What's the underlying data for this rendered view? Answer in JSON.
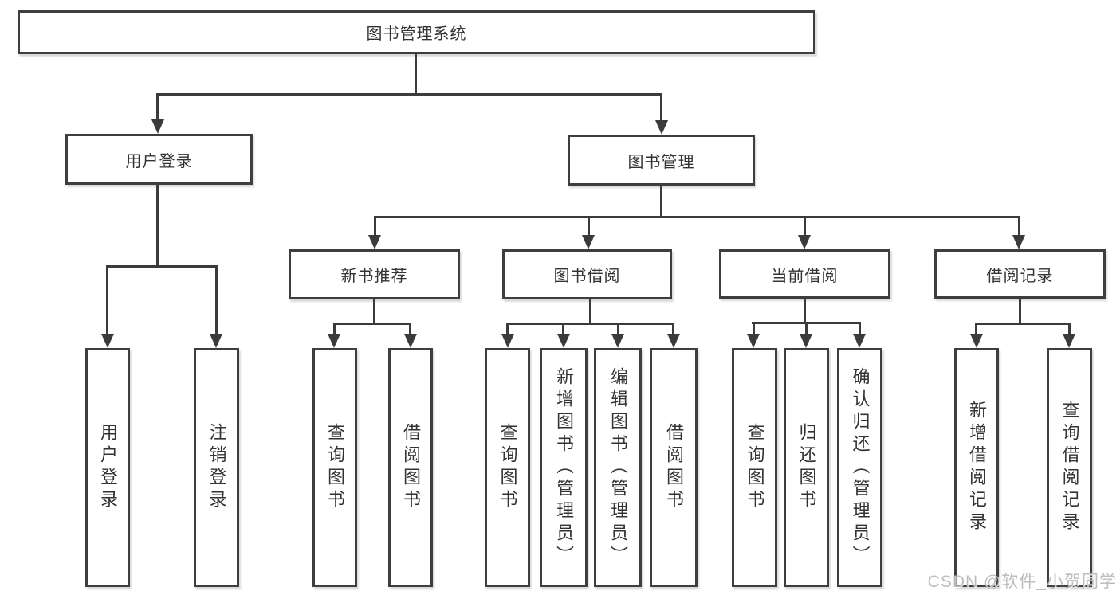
{
  "diagram": {
    "root": {
      "label": "图书管理系统"
    },
    "level2": [
      {
        "id": "user-login",
        "label": "用户登录"
      },
      {
        "id": "book-management",
        "label": "图书管理"
      }
    ],
    "level3": [
      {
        "id": "new-book-recommend",
        "label": "新书推荐"
      },
      {
        "id": "book-borrow",
        "label": "图书借阅"
      },
      {
        "id": "current-borrow",
        "label": "当前借阅"
      },
      {
        "id": "borrow-records",
        "label": "借阅记录"
      }
    ],
    "leaves": {
      "user_login": [
        "用户登录",
        "注销登录"
      ],
      "new_book_recommend": [
        "查询图书",
        "借阅图书"
      ],
      "book_borrow": [
        "查询图书",
        "新增图书（管理员）",
        "编辑图书（管理员）",
        "借阅图书"
      ],
      "current_borrow": [
        "查询图书",
        "归还图书",
        "确认归还（管理员）"
      ],
      "borrow_records": [
        "新增借阅记录",
        "查询借阅记录"
      ]
    }
  },
  "watermark": {
    "text": "CSDN @软件_小贺同学",
    "color": "#b9b9b9"
  },
  "colors": {
    "line": "#3b3b3b",
    "box_border": "#3e3e3e",
    "text": "#333333",
    "background": "#ffffff"
  }
}
